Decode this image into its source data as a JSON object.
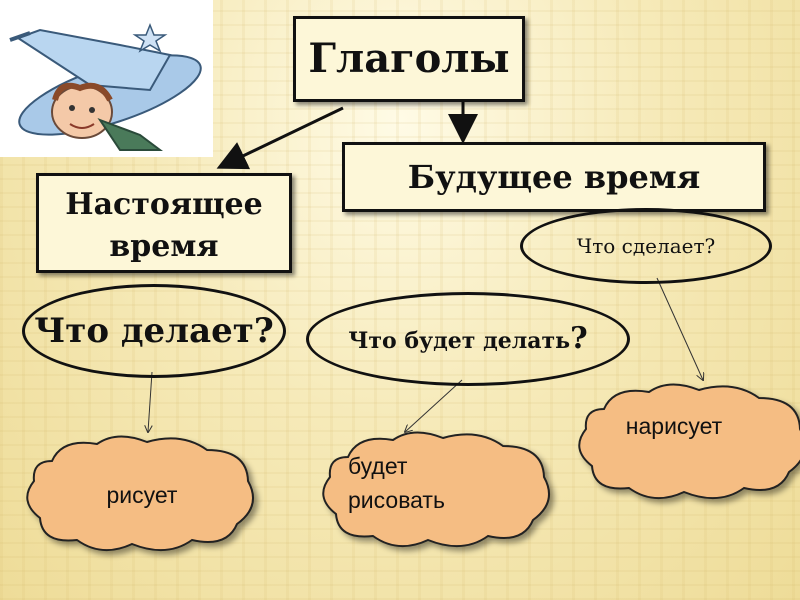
{
  "diagram": {
    "root": "Глаголы",
    "present": {
      "line1": "Настоящее",
      "line2": "время",
      "question": "Что делает?",
      "answer": "рисует"
    },
    "future": {
      "title": "Будущее время",
      "compound": {
        "question": "Что будет делать",
        "question_mark": "?",
        "answer_line1": "будет",
        "answer_line2": "рисовать"
      },
      "simple": {
        "question": "Что сделает?",
        "answer": "нарисует"
      }
    }
  },
  "colors": {
    "cloud_fill": "#f5bd83",
    "box_fill": "#fdf7d8",
    "stroke": "#111111"
  },
  "icons": [
    "wizard-illustration"
  ]
}
